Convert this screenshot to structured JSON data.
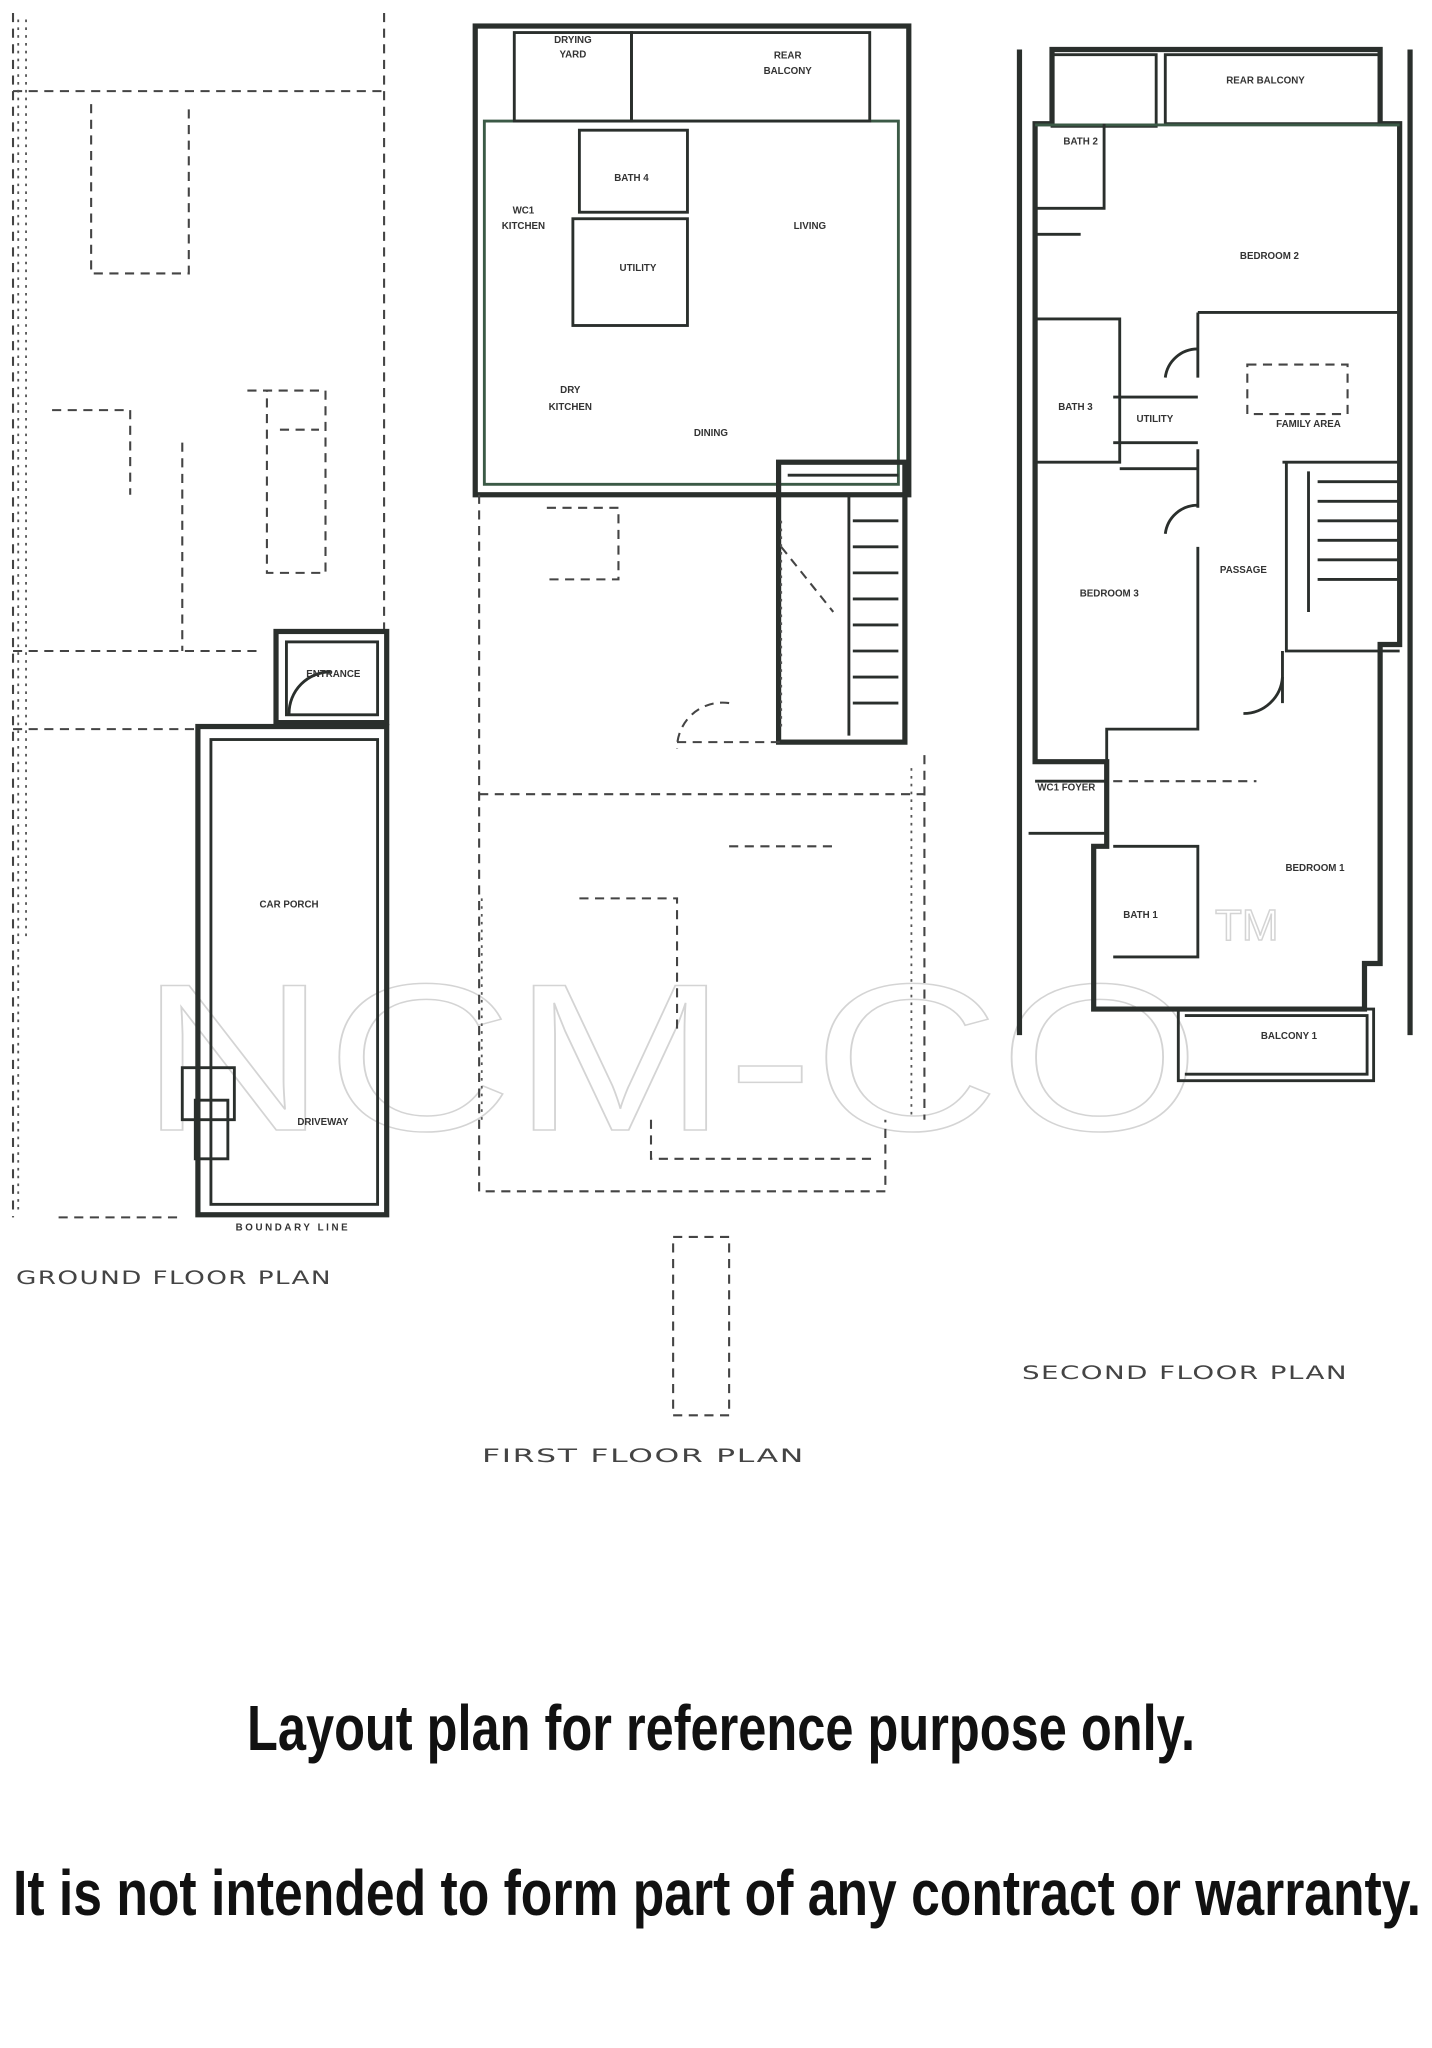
{
  "ground_floor": {
    "title": "GROUND FLOOR PLAN",
    "rooms": {
      "entrance": "ENTRANCE",
      "car_porch": "CAR PORCH",
      "driveway": "DRIVEWAY",
      "boundary": "BOUNDARY LINE"
    }
  },
  "first_floor": {
    "title": "FIRST FLOOR PLAN",
    "rooms": {
      "drying_yard_1": "DRYING",
      "drying_yard_2": "YARD",
      "rear_balcony_1": "REAR",
      "rear_balcony_2": "BALCONY",
      "bath4": "BATH 4",
      "wc1": "WC1",
      "kitchen": "KITCHEN",
      "living": "LIVING",
      "utility": "UTILITY",
      "dry_kitchen_1": "DRY",
      "dry_kitchen_2": "KITCHEN",
      "dining": "DINING"
    }
  },
  "second_floor": {
    "title": "SECOND FLOOR PLAN",
    "rooms": {
      "rear_balcony": "REAR BALCONY",
      "bath2": "BATH 2",
      "bedroom2": "BEDROOM 2",
      "bath3": "BATH 3",
      "utility": "UTILITY",
      "family_area": "FAMILY AREA",
      "passage": "PASSAGE",
      "bedroom3": "BEDROOM 3",
      "wc1_foyer": "WC1 FOYER",
      "bedroom1": "BEDROOM 1",
      "bath1": "BATH 1",
      "balcony1": "BALCONY 1"
    }
  },
  "watermark": {
    "text": "NCM-CO",
    "tm": "TM"
  },
  "disclaimer": {
    "line1": "Layout plan for reference purpose only.",
    "line2": "It is not intended to form part of any contract or warranty."
  }
}
